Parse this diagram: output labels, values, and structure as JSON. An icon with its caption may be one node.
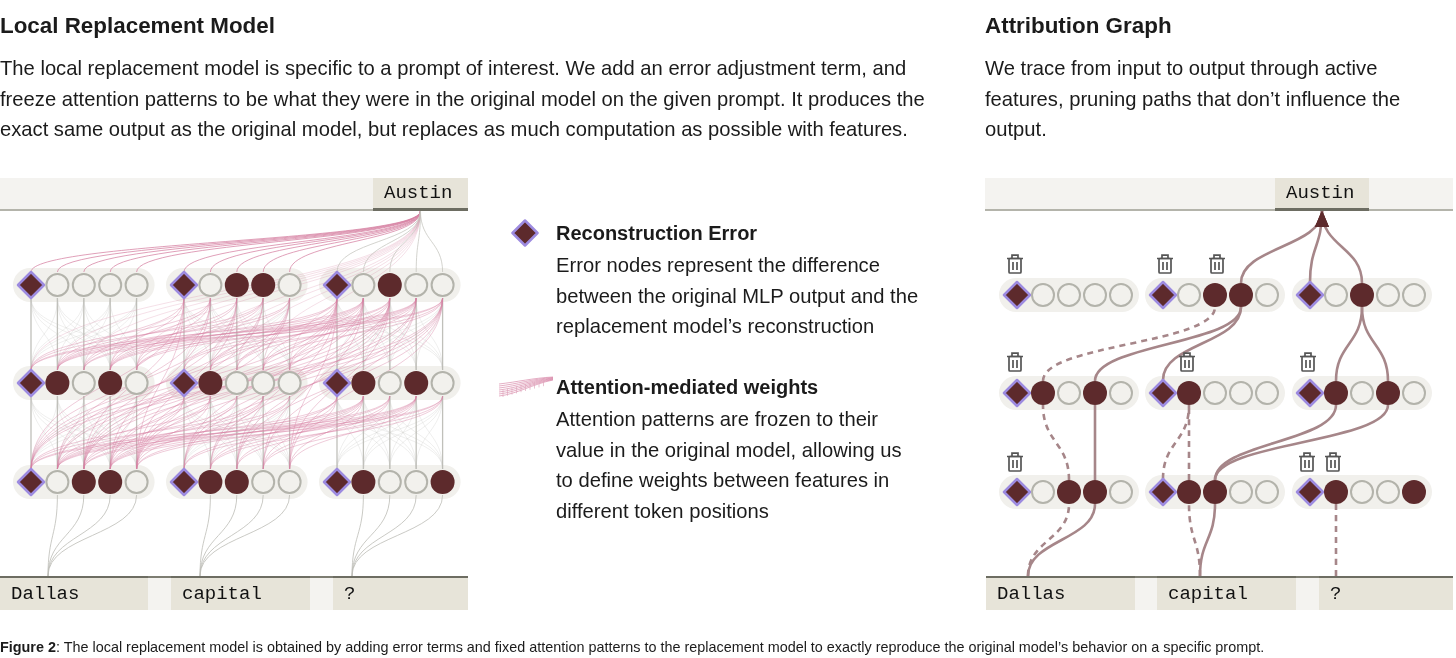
{
  "diagram": {
    "caption": "**Figure 2**: The local replacement model is obtained by adding error terms and fixed attention patterns to the replacement model to exactly reproduce the original model’s behavior on a specific prompt.",
    "nodes": [
      {
        "text": [
          "Austin"
        ]
      },
      {
        "text": [
          "Dallas"
        ]
      },
      {
        "text": [
          "capital"
        ]
      },
      {
        "text": [
          "?"
        ]
      },
      {
        "text": [
          "Austin"
        ]
      },
      {
        "text": [],
        "shape": "diamond"
      },
      {
        "text": [],
        "shape": "circle"
      },
      {
        "text": [],
        "shape": "circle"
      },
      {
        "text": [],
        "shape": "circle"
      },
      {
        "text": [],
        "shape": "circle"
      },
      {
        "text": [],
        "shape": "diamond"
      },
      {
        "text": [],
        "shape": "circle"
      },
      {
        "text": [],
        "shape": "circle"
      },
      {
        "text": [],
        "shape": "circle"
      },
      {
        "text": [],
        "shape": "circle"
      },
      {
        "text": [],
        "shape": "diamond"
      },
      {
        "text": [],
        "shape": "circle"
      },
      {
        "text": [],
        "shape": "circle"
      },
      {
        "text": [],
        "shape": "circle"
      },
      {
        "text": [],
        "shape": "circle"
      },
      {
        "text": [],
        "shape": "diamond"
      },
      {
        "text": [],
        "shape": "circle"
      },
      {
        "text": [],
        "shape": "circle"
      },
      {
        "text": [],
        "shape": "circle"
      },
      {
        "text": [],
        "shape": "circle"
      },
      {
        "text": [],
        "shape": "diamond"
      },
      {
        "text": [],
        "shape": "circle"
      },
      {
        "text": [],
        "shape": "circle"
      },
      {
        "text": [],
        "shape": "circle"
      },
      {
        "text": [],
        "shape": "circle"
      },
      {
        "text": [],
        "shape": "diamond"
      },
      {
        "text": [],
        "shape": "circle"
      },
      {
        "text": [],
        "shape": "circle"
      },
      {
        "text": [],
        "shape": "circle"
      },
      {
        "text": [],
        "shape": "circle"
      },
      {
        "text": [],
        "shape": "diamond"
      },
      {
        "text": [],
        "shape": "circle"
      },
      {
        "text": [],
        "shape": "circle"
      },
      {
        "text": [],
        "shape": "circle"
      },
      {
        "text": [],
        "shape": "circle"
      },
      {
        "text": [],
        "shape": "diamond"
      },
      {
        "text": [],
        "shape": "circle"
      },
      {
        "text": [],
        "shape": "circle"
      },
      {
        "text": [],
        "shape": "circle"
      },
      {
        "text": [],
        "shape": "circle"
      },
      {
        "text": [],
        "shape": "diamond"
      },
      {
        "text": [],
        "shape": "circle"
      },
      {
        "text": [],
        "shape": "circle"
      },
      {
        "text": [],
        "shape": "circle"
      },
      {
        "text": [],
        "shape": "circle"
      },
      {
        "text": [
          "Dallas"
        ]
      },
      {
        "text": [
          "capital"
        ]
      },
      {
        "text": [
          "?"
        ]
      }
    ],
    "edges": [
      {
        "from": 13,
        "to": 4,
        "arrow": "to"
      },
      {
        "from": 15,
        "to": 4,
        "arrow": "to"
      },
      {
        "from": 17,
        "to": 4,
        "arrow": "to"
      },
      {
        "from": 21,
        "to": 12,
        "arrow": "none",
        "style": "dashed"
      },
      {
        "from": 23,
        "to": 13,
        "arrow": "none"
      },
      {
        "from": 25,
        "to": 13,
        "arrow": "none"
      },
      {
        "from": 31,
        "to": 17,
        "arrow": "none"
      },
      {
        "from": 33,
        "to": 17,
        "arrow": "none"
      },
      {
        "from": 37,
        "to": 21,
        "arrow": "none",
        "style": "dashed"
      },
      {
        "from": 38,
        "to": 23,
        "arrow": "none"
      },
      {
        "from": 40,
        "to": 26,
        "arrow": "none",
        "style": "dashed"
      },
      {
        "from": 41,
        "to": 26,
        "arrow": "none",
        "style": "dashed"
      },
      {
        "from": 42,
        "to": 31,
        "arrow": "none"
      },
      {
        "from": 42,
        "to": 33,
        "arrow": "none"
      },
      {
        "from": 50,
        "to": 37,
        "arrow": "none",
        "style": "dashed"
      },
      {
        "from": 50,
        "to": 38,
        "arrow": "none"
      },
      {
        "from": 51,
        "to": 41,
        "arrow": "none",
        "style": "dashed"
      },
      {
        "from": 51,
        "to": 42,
        "arrow": "none"
      },
      {
        "from": 52,
        "to": 46,
        "arrow": "none",
        "style": "dashed"
      }
    ],
    "labels": [
      "Local Replacement Model",
      "The local replacement model is specific to a prompt of interest. We add an error adjustment term, and freeze attention patterns to be what they were in the original model on the given prompt. It produces the exact same output as the original model, but replaces as much computation as possible with features.",
      "Attribution Graph",
      "We trace from input to output through active features, pruning paths that don’t influence the output.",
      "Error nodes represent the difference between the original MLP output and the replacement model’s reconstruction",
      "Attention patterns are frozen to their value in the original model, allowing us to define weights between features in different token positions"
    ],
    "legend": [
      {
        "text": "Reconstruction Error"
      },
      {
        "text": "Attention-mediated weights"
      }
    ]
  }
}
